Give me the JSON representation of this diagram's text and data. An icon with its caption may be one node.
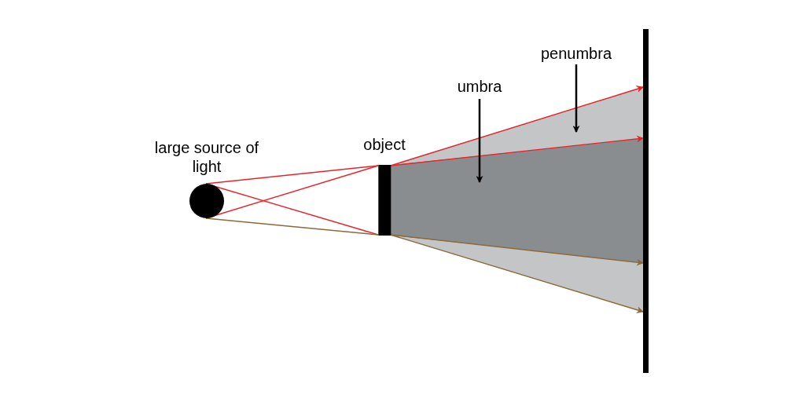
{
  "diagram": {
    "nodes": [
      {
        "text": [
          "large source of light"
        ]
      },
      {
        "text": [
          "object"
        ]
      },
      {
        "text": [],
        "shape": "bar"
      },
      {
        "text": [
          "umbra"
        ]
      },
      {
        "text": [
          "penumbra"
        ]
      },
      {
        "text": [],
        "shape": "region"
      },
      {
        "text": [],
        "shape": "region"
      },
      {
        "text": [],
        "shape": "region"
      }
    ],
    "edges": [
      {
        "from": 0,
        "to": 1,
        "arrow": "none",
        "color": "#e8242b"
      },
      {
        "from": 0,
        "to": 1,
        "arrow": "none",
        "color": "#e8242b"
      },
      {
        "from": 0,
        "to": 1,
        "arrow": "none",
        "color": "#e8242b"
      },
      {
        "from": 0,
        "to": 1,
        "arrow": "none",
        "color": "#8b6a3a"
      },
      {
        "from": 1,
        "to": 2,
        "arrow": "to",
        "color": "#e8242b"
      },
      {
        "from": 1,
        "to": 2,
        "arrow": "to",
        "color": "#e8242b"
      },
      {
        "from": 1,
        "to": 2,
        "arrow": "to",
        "color": "#8b6a3a"
      },
      {
        "from": 1,
        "to": 2,
        "arrow": "to",
        "color": "#8b6a3a"
      },
      {
        "from": 3,
        "to": 5,
        "arrow": "to",
        "color": "#000000"
      },
      {
        "from": 4,
        "to": 6,
        "arrow": "to",
        "color": "#000000"
      }
    ]
  }
}
